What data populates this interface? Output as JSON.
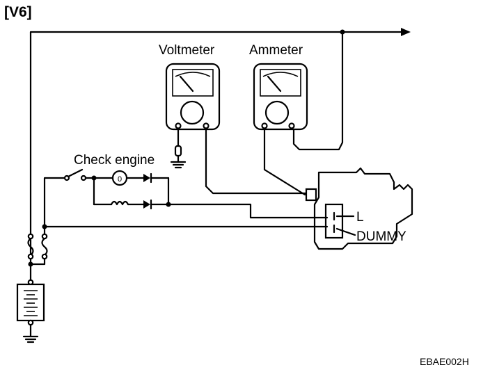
{
  "labels": {
    "title": "[V6]",
    "voltmeter": "Voltmeter",
    "ammeter": "Ammeter",
    "check_engine": "Check engine",
    "terminal_l": "L",
    "terminal_dummy": "DUMMY",
    "figure_code": "EBAE002H"
  }
}
